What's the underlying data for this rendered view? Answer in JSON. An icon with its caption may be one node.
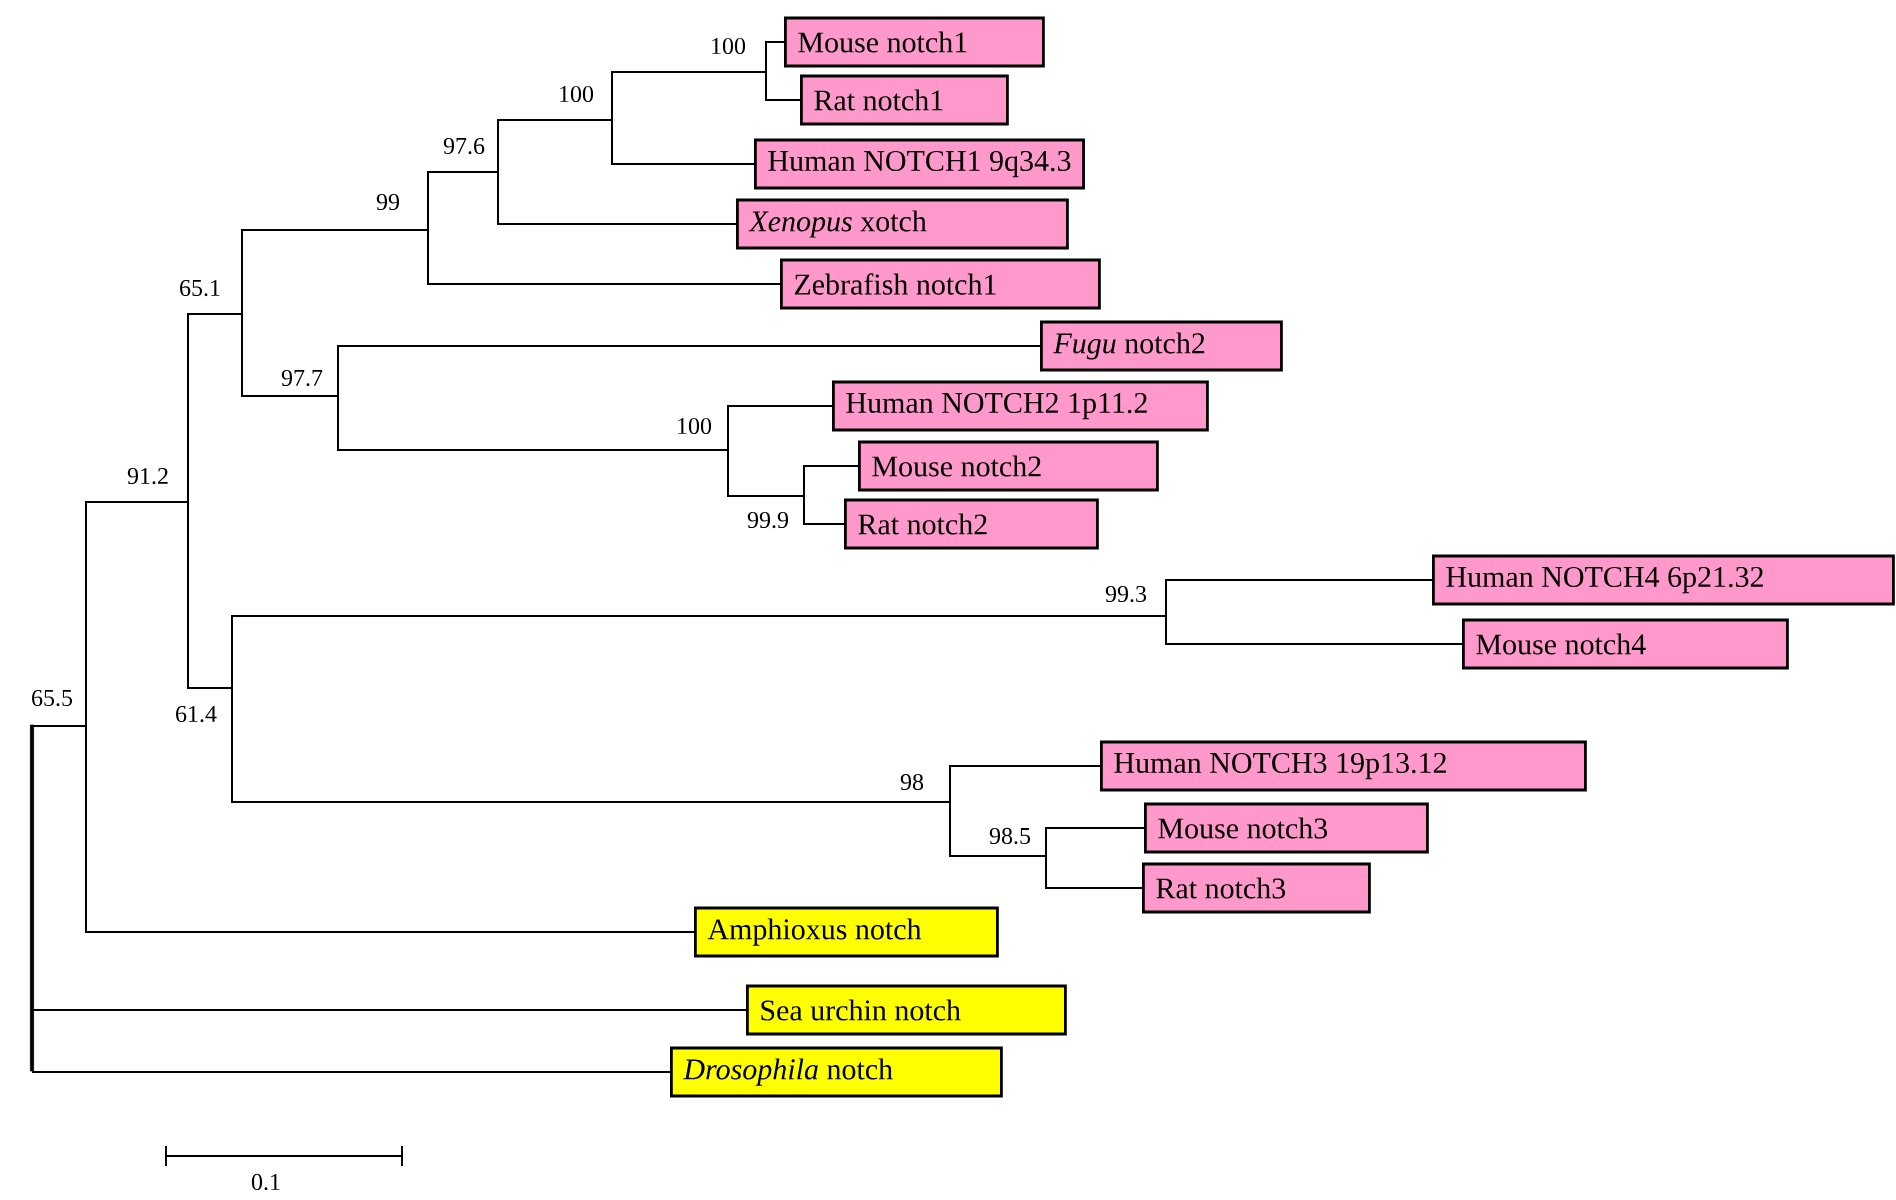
{
  "diagram": {
    "nodes": [
      {
        "text": [
          "100"
        ]
      },
      {
        "text": [
          "Mouse notch1"
        ]
      },
      {
        "text": [
          "100"
        ]
      },
      {
        "text": [
          "Rat notch1"
        ]
      },
      {
        "text": [
          "97.6"
        ]
      },
      {
        "text": [
          "Human NOTCH1 9q34.3"
        ]
      },
      {
        "text": [
          "99"
        ]
      },
      {
        "text": [
          "*Xenopus* xotch"
        ]
      },
      {
        "text": [
          "Zebrafish notch1"
        ]
      },
      {
        "text": [
          "65.1"
        ]
      },
      {
        "text": [
          "*Fugu* notch2"
        ]
      },
      {
        "text": [
          "97.7"
        ]
      },
      {
        "text": [
          "100"
        ]
      },
      {
        "text": [
          "Human NOTCH2 1p11.2"
        ]
      },
      {
        "text": [
          "Mouse notch2"
        ]
      },
      {
        "text": [
          "91.2"
        ]
      },
      {
        "text": [
          "Rat notch2"
        ]
      },
      {
        "text": [
          "99.9"
        ]
      },
      {
        "text": [
          "Human NOTCH4 6p21.32"
        ]
      },
      {
        "text": [
          "99.3"
        ]
      },
      {
        "text": [
          "Mouse notch4"
        ]
      },
      {
        "text": [
          "65.5"
        ]
      },
      {
        "text": [
          "61.4"
        ]
      },
      {
        "text": [
          "98"
        ]
      },
      {
        "text": [
          "Human NOTCH3 19p13.12"
        ]
      },
      {
        "text": [
          "98.5"
        ]
      },
      {
        "text": [
          "Mouse notch3"
        ]
      },
      {
        "text": [
          "Rat notch3"
        ]
      },
      {
        "text": [
          "Amphioxus notch"
        ]
      },
      {
        "text": [
          "Sea urchin notch"
        ]
      },
      {
        "text": [
          "*Drosophila* notch"
        ]
      },
      {
        "text": [],
        "shape": "bar"
      }
    ],
    "edges": [
      {
        "from": 0,
        "to": 1,
        "arrow": "none"
      },
      {
        "from": 0,
        "to": 3,
        "arrow": "none"
      },
      {
        "from": 2,
        "to": 0,
        "arrow": "none"
      },
      {
        "from": 2,
        "to": 5,
        "arrow": "none"
      },
      {
        "from": 4,
        "to": 2,
        "arrow": "none"
      },
      {
        "from": 4,
        "to": 7,
        "arrow": "none"
      },
      {
        "from": 6,
        "to": 4,
        "arrow": "none"
      },
      {
        "from": 6,
        "to": 8,
        "arrow": "none"
      },
      {
        "from": 9,
        "to": 6,
        "arrow": "none"
      },
      {
        "from": 9,
        "to": 11,
        "arrow": "none"
      },
      {
        "from": 11,
        "to": 10,
        "arrow": "none"
      },
      {
        "from": 11,
        "to": 12,
        "arrow": "none"
      },
      {
        "from": 12,
        "to": 13,
        "arrow": "none"
      },
      {
        "from": 12,
        "to": 17,
        "arrow": "none"
      },
      {
        "from": 17,
        "to": 14,
        "arrow": "none"
      },
      {
        "from": 17,
        "to": 16,
        "arrow": "none"
      },
      {
        "from": 15,
        "to": 9,
        "arrow": "none"
      },
      {
        "from": 15,
        "to": 22,
        "arrow": "none"
      },
      {
        "from": 22,
        "to": 19,
        "arrow": "none"
      },
      {
        "from": 22,
        "to": 23,
        "arrow": "none"
      },
      {
        "from": 19,
        "to": 18,
        "arrow": "none"
      },
      {
        "from": 19,
        "to": 20,
        "arrow": "none"
      },
      {
        "from": 23,
        "to": 24,
        "arrow": "none"
      },
      {
        "from": 23,
        "to": 25,
        "arrow": "none"
      },
      {
        "from": 25,
        "to": 26,
        "arrow": "none"
      },
      {
        "from": 25,
        "to": 27,
        "arrow": "none"
      },
      {
        "from": 21,
        "to": 15,
        "arrow": "none"
      },
      {
        "from": 21,
        "to": 28,
        "arrow": "none"
      },
      {
        "from": 31,
        "to": 21,
        "arrow": "none"
      },
      {
        "from": 31,
        "to": 29,
        "arrow": "none"
      },
      {
        "from": 31,
        "to": 30,
        "arrow": "none"
      }
    ],
    "labels": [
      "0.1"
    ]
  }
}
